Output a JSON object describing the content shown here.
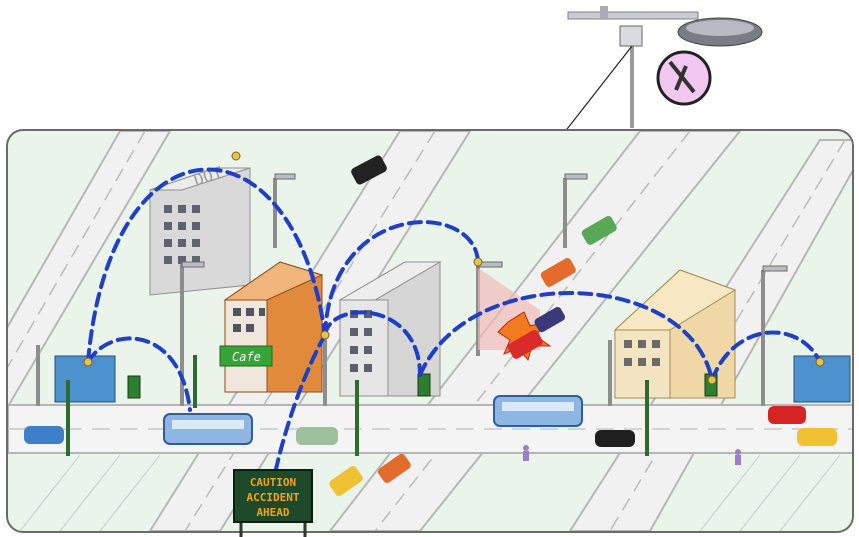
{
  "sign": {
    "line1": "CAUTION",
    "line2": "ACCIDENT",
    "line3": "AHEAD"
  },
  "shop_signs": {
    "cafe": "Cafe"
  },
  "building_marks": {
    "top_building": "DOT"
  },
  "colors": {
    "mesh_link": "#1f3fc6",
    "panel_bg": "#eaf4ea",
    "road": "#f1f1f1",
    "sign_text": "#f3a21b",
    "callout_bg": "#f3c8f0"
  },
  "icons": [
    "wireless-mesh-node-icon",
    "vehicle-icon",
    "traffic-signal-icon",
    "street-light-icon",
    "pedestrian-icon",
    "crash-icon"
  ]
}
